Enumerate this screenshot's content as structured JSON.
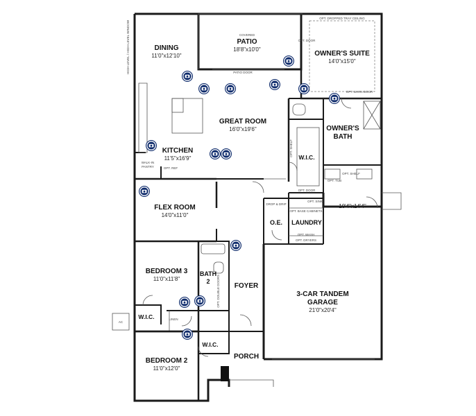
{
  "rooms": {
    "dining": {
      "name": "DINING",
      "dim": "11'0\"x12'10\""
    },
    "patio": {
      "note": "COVERED",
      "name": "PATIO",
      "dim": "18'8\"x10'0\""
    },
    "owners_suite": {
      "name": "OWNER'S SUITE",
      "dim": "14'0\"x15'0\""
    },
    "great_room": {
      "name": "GREAT ROOM",
      "dim": "16'0\"x19'6\""
    },
    "owners_bath": {
      "name1": "OWNER'S",
      "name2": "BATH"
    },
    "kitchen": {
      "name": "KITCHEN",
      "dim": "11'5\"x16'9\""
    },
    "wic_owner": {
      "name": "W.I.C."
    },
    "flex_room": {
      "name": "FLEX ROOM",
      "dim": "14'0\"x11'0\""
    },
    "oe": {
      "name": "O.E."
    },
    "laundry": {
      "name": "LAUNDRY"
    },
    "bedroom3": {
      "name": "BEDROOM 3",
      "dim": "11'0\"x11'8\""
    },
    "bath2": {
      "name1": "BATH",
      "name2": "2"
    },
    "foyer": {
      "name": "FOYER"
    },
    "garage": {
      "name1": "3-CAR TANDEM",
      "name2": "GARAGE",
      "dim": "21'0\"x20'4\"",
      "opt_dim": "10'4\"x14'4\""
    },
    "wic_bed3": {
      "name": "W.I.C."
    },
    "wic_bed2": {
      "name": "W.I.C."
    },
    "bedroom2": {
      "name": "BEDROOM 2",
      "dim": "11'0\"x12'0\""
    },
    "porch": {
      "name": "PORCH"
    }
  },
  "notes": {
    "tray_ceiling": "OPT. DROPPED TRAY CEILING",
    "patio_door": "PATIO DOOR",
    "opt_door": "OPT. DOOR",
    "opt_barn_door": "OPT. BARN DOOR",
    "walk_in_pantry1": "WALK-IN",
    "walk_in_pantry2": "PANTRY",
    "opt_ref": "OPT. REF",
    "opt_tub": "OPT. TUB",
    "opt_shelf": "OPT. SHELF",
    "opt_base_cabinets": "OPT. BASE CABINETS",
    "drop_drip": "DROP & DRIP",
    "opt_sink": "OPT. SINK",
    "opt_washer": "OPT. WASH",
    "opt_dryer": "OPT. DRYERS",
    "linen": "LINEN",
    "opt_double_doors": "OPT. DOUBLE DOORS",
    "dining_windows": "HIGH-LEVEL / HIGH-LEVEL WINDOW",
    "ac": "AC",
    "opt_door_bath": "OPT. DOOR",
    "opt_shelf2": "OPT. SHELF"
  },
  "colors": {
    "camera": "#0d2a6b",
    "wall": "#1a1a1a",
    "background": "#ffffff"
  },
  "icons": {
    "camera_marker": "camera-icon"
  }
}
